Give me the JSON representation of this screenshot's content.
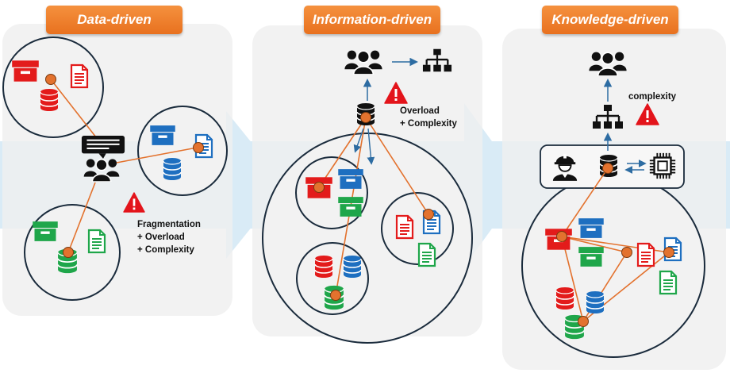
{
  "panels": [
    {
      "title": "Data-driven",
      "notes": [
        "Fragmentation",
        "+ Overload",
        "+ Complexity"
      ]
    },
    {
      "title": "Information-driven",
      "notes": [
        "Overload",
        "+ Complexity"
      ]
    },
    {
      "title": "Knowledge-driven",
      "notes": [
        "complexity"
      ]
    }
  ],
  "colors": {
    "panel_bg": "#efefef",
    "arrow_band": "#d6e9f5",
    "title_orange": "#ee7d2b",
    "link_line": "#e3722e",
    "node_orange": "#e3722e",
    "red": "#e31b1b",
    "blue": "#1e6fc0",
    "green": "#1fa64a",
    "warning": "#e3141b"
  },
  "icons": [
    "folder-icon",
    "document-icon",
    "database-icon",
    "people-icon",
    "chat-bubble-icon",
    "hierarchy-icon",
    "warning-icon",
    "engineer-icon",
    "chip-icon"
  ]
}
